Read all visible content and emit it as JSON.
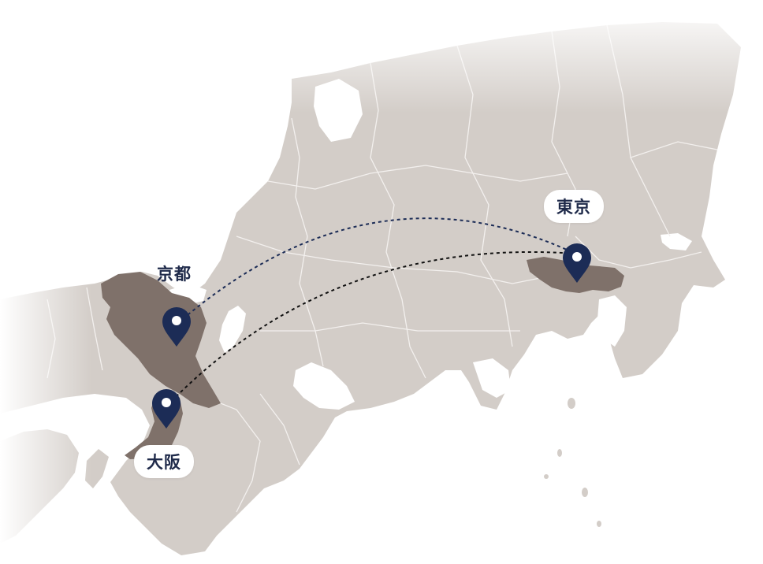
{
  "map": {
    "land_color": "#d3cdc8",
    "highlight_color": "#7f716a",
    "border_color": "#f3f0ee",
    "pin_color": "#1c2c56",
    "route_colors": [
      "#1c2c56",
      "#111111"
    ]
  },
  "cities": {
    "tokyo": {
      "label": "東京"
    },
    "kyoto": {
      "label": "京都"
    },
    "osaka": {
      "label": "大阪"
    }
  },
  "icons": {
    "pin": "map-pin-icon"
  }
}
